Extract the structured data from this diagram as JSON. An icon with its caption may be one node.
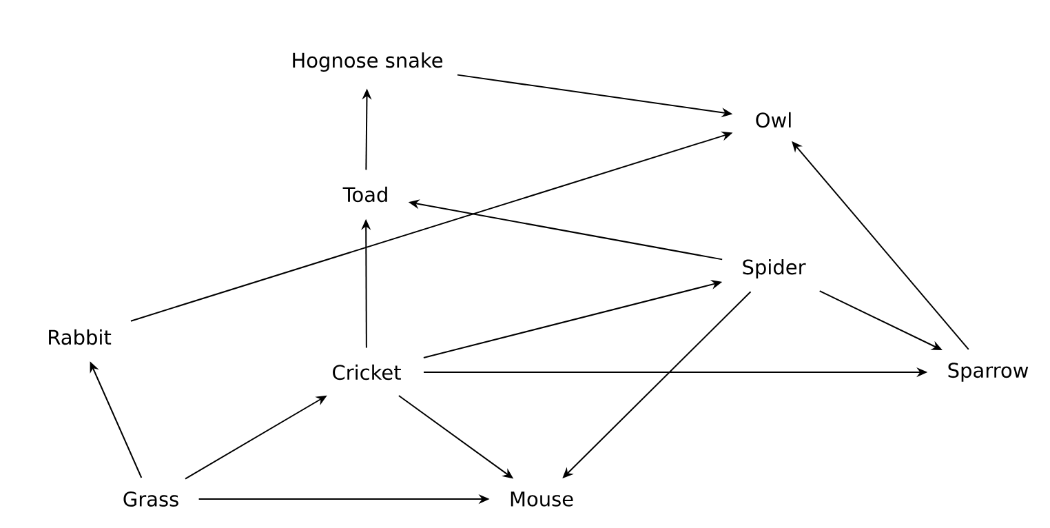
{
  "diagram": {
    "nodes": [
      {
        "text": [
          "Hognose snake"
        ]
      },
      {
        "text": [
          "Owl"
        ]
      },
      {
        "text": [
          "Toad"
        ]
      },
      {
        "text": [
          "Spider"
        ]
      },
      {
        "text": [
          "Rabbit"
        ]
      },
      {
        "text": [
          "Cricket"
        ]
      },
      {
        "text": [
          "Sparrow"
        ]
      },
      {
        "text": [
          "Grass"
        ]
      },
      {
        "text": [
          "Mouse"
        ]
      }
    ],
    "edges": [
      {
        "from": 0,
        "to": 1,
        "arrow": "to"
      },
      {
        "from": 4,
        "to": 1,
        "arrow": "to"
      },
      {
        "from": 2,
        "to": 0,
        "arrow": "to"
      },
      {
        "from": 3,
        "to": 2,
        "arrow": "to"
      },
      {
        "from": 5,
        "to": 2,
        "arrow": "to"
      },
      {
        "from": 5,
        "to": 3,
        "arrow": "to"
      },
      {
        "from": 5,
        "to": 6,
        "arrow": "to"
      },
      {
        "from": 5,
        "to": 8,
        "arrow": "to"
      },
      {
        "from": 3,
        "to": 6,
        "arrow": "to"
      },
      {
        "from": 3,
        "to": 8,
        "arrow": "to"
      },
      {
        "from": 6,
        "to": 1,
        "arrow": "to"
      },
      {
        "from": 7,
        "to": 4,
        "arrow": "to"
      },
      {
        "from": 7,
        "to": 5,
        "arrow": "to"
      },
      {
        "from": 7,
        "to": 8,
        "arrow": "to"
      }
    ]
  }
}
